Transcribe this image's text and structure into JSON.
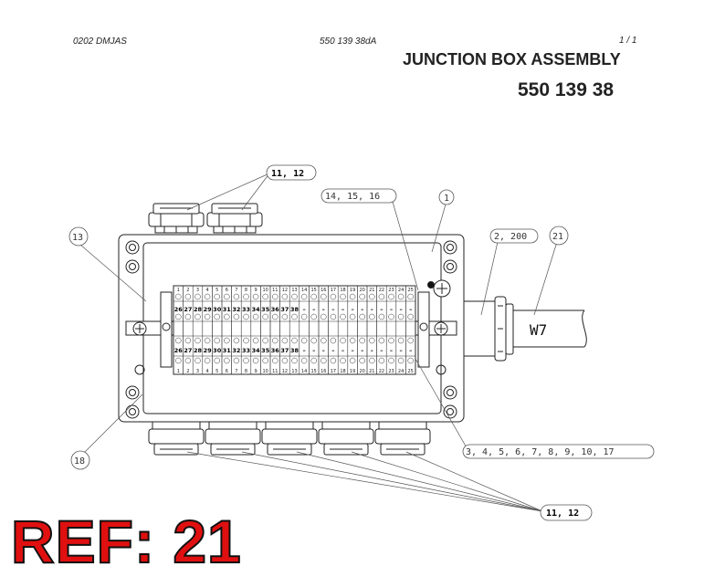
{
  "header": {
    "doc_code": "0202 DMJAS",
    "drawing_ref": "550 139 38dA",
    "page": "1 /  1",
    "title": "JUNCTION BOX ASSEMBLY",
    "part_number": "550 139 38"
  },
  "callouts": {
    "top_glands": "11, 12",
    "terminal_strip": "14, 15, 16",
    "box": "1",
    "cable_gland": "2, 200",
    "cable": "21",
    "cover_screw": "13",
    "mounting": "18",
    "terminals": "3, 4, 5, 6, 7, 8, 9, 10, 17",
    "bottom_glands": "11, 12"
  },
  "cable_label": "W7",
  "terminals": {
    "top_row": [
      "1",
      "2",
      "3",
      "4",
      "5",
      "6",
      "7",
      "8",
      "9",
      "10",
      "11",
      "12",
      "13",
      "14",
      "15",
      "16",
      "17",
      "18",
      "19",
      "20",
      "21",
      "22",
      "23",
      "24",
      "25"
    ],
    "bottom_row": [
      "1",
      "2",
      "3",
      "4",
      "5",
      "6",
      "7",
      "8",
      "9",
      "10",
      "11",
      "12",
      "13",
      "14",
      "15",
      "16",
      "17",
      "18",
      "19",
      "20",
      "21",
      "22",
      "23",
      "24",
      "25"
    ],
    "upper_wires": [
      "26",
      "27",
      "28",
      "29",
      "30",
      "31",
      "32",
      "33",
      "34",
      "35",
      "36",
      "37",
      "38",
      "–",
      "–",
      "–",
      "–",
      "–",
      "–",
      "–",
      "–",
      "–",
      "–",
      "–",
      "–"
    ],
    "lower_wires": [
      "26",
      "27",
      "28",
      "29",
      "30",
      "31",
      "32",
      "33",
      "34",
      "35",
      "36",
      "37",
      "38",
      "–",
      "–",
      "–",
      "–",
      "–",
      "–",
      "–",
      "–",
      "–",
      "–",
      "–",
      "–"
    ]
  },
  "ref_label": "REF: 21"
}
